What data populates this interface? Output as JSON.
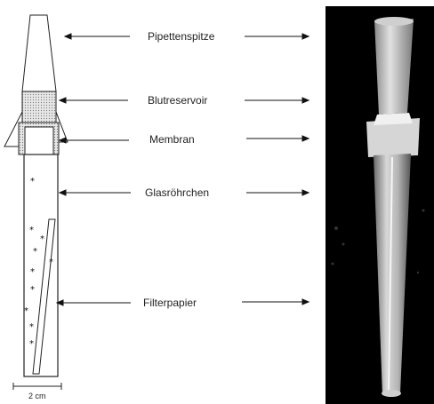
{
  "labels": {
    "tip": "Pipettenspitze",
    "reservoir": "Blutreservoir",
    "membrane": "Membran",
    "tube": "Glasröhrchen",
    "filter": "Filterpapier"
  },
  "scale_bar": "2 cm"
}
